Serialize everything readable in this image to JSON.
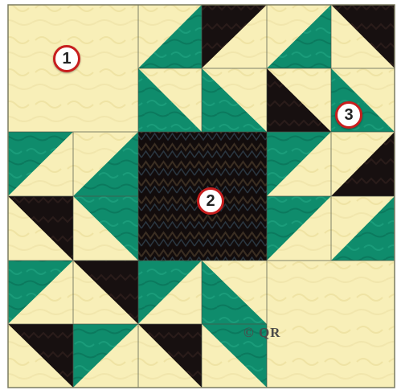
{
  "image": {
    "subject": "quilt-block",
    "colors": {
      "cream": "#F8EFB8",
      "cream_pattern": "#EFE3A4",
      "green": "#0F8C6C",
      "green_dark": "#0A6E55",
      "black": "#171010",
      "black_center": "#120C0C",
      "seam": "#3f4a3f",
      "badge_border": "#c81e1e"
    }
  },
  "badges": [
    {
      "label": "1"
    },
    {
      "label": "2"
    },
    {
      "label": "3"
    }
  ],
  "watermark": {
    "text": "© QR"
  }
}
